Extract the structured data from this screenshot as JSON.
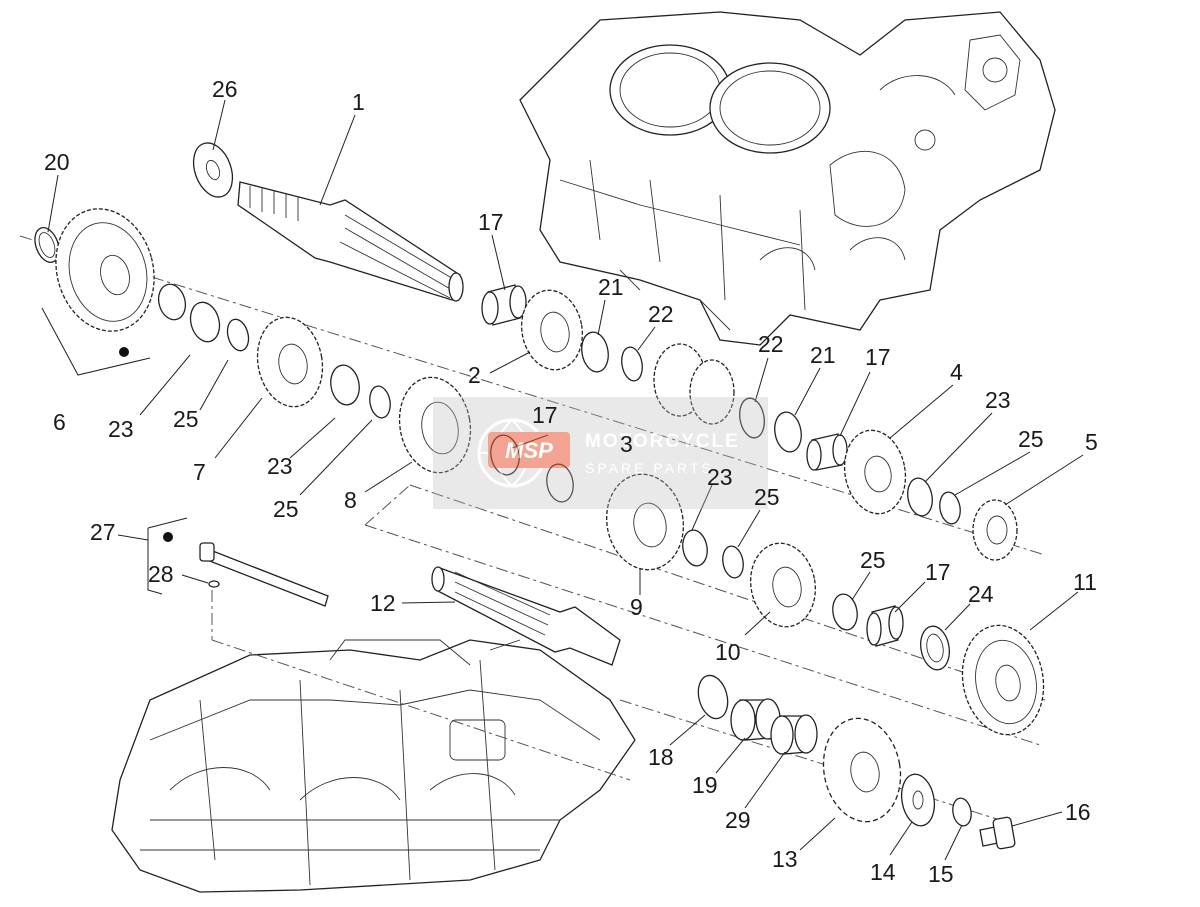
{
  "diagram": {
    "callouts": [
      "1",
      "2",
      "3",
      "4",
      "5",
      "6",
      "7",
      "8",
      "9",
      "10",
      "11",
      "12",
      "13",
      "14",
      "15",
      "16",
      "17",
      "18",
      "19",
      "20",
      "21",
      "22",
      "23",
      "24",
      "25",
      "26",
      "27",
      "28",
      "29"
    ],
    "callout_labels": [
      {
        "key": "c26",
        "text": "26"
      },
      {
        "key": "c1",
        "text": "1"
      },
      {
        "key": "c20",
        "text": "20"
      },
      {
        "key": "c17a",
        "text": "17"
      },
      {
        "key": "c21a",
        "text": "21"
      },
      {
        "key": "c22a",
        "text": "22"
      },
      {
        "key": "c2",
        "text": "2"
      },
      {
        "key": "c22b",
        "text": "22"
      },
      {
        "key": "c21b",
        "text": "21"
      },
      {
        "key": "c17b",
        "text": "17"
      },
      {
        "key": "c4",
        "text": "4"
      },
      {
        "key": "c23a",
        "text": "23"
      },
      {
        "key": "c25a",
        "text": "25"
      },
      {
        "key": "c5",
        "text": "5"
      },
      {
        "key": "c6",
        "text": "6"
      },
      {
        "key": "c23b",
        "text": "23"
      },
      {
        "key": "c25b",
        "text": "25"
      },
      {
        "key": "c7",
        "text": "7"
      },
      {
        "key": "c23c",
        "text": "23"
      },
      {
        "key": "c17c",
        "text": "17"
      },
      {
        "key": "c3",
        "text": "3"
      },
      {
        "key": "c25c",
        "text": "25"
      },
      {
        "key": "c8",
        "text": "8"
      },
      {
        "key": "c23d",
        "text": "23"
      },
      {
        "key": "c25d",
        "text": "25"
      },
      {
        "key": "c9",
        "text": "9"
      },
      {
        "key": "c27",
        "text": "27"
      },
      {
        "key": "c28",
        "text": "28"
      },
      {
        "key": "c12",
        "text": "12"
      },
      {
        "key": "c25e",
        "text": "25"
      },
      {
        "key": "c17d",
        "text": "17"
      },
      {
        "key": "c24",
        "text": "24"
      },
      {
        "key": "c11",
        "text": "11"
      },
      {
        "key": "c10",
        "text": "10"
      },
      {
        "key": "c18",
        "text": "18"
      },
      {
        "key": "c19",
        "text": "19"
      },
      {
        "key": "c29",
        "text": "29"
      },
      {
        "key": "c13",
        "text": "13"
      },
      {
        "key": "c14",
        "text": "14"
      },
      {
        "key": "c15",
        "text": "15"
      },
      {
        "key": "c16",
        "text": "16"
      }
    ]
  },
  "watermark": {
    "logo": "MSP",
    "line1": "MOTORCYCLE",
    "line2": "SPARE PARTS",
    "accent": "#e8583a",
    "color": "#9a9a9a"
  }
}
